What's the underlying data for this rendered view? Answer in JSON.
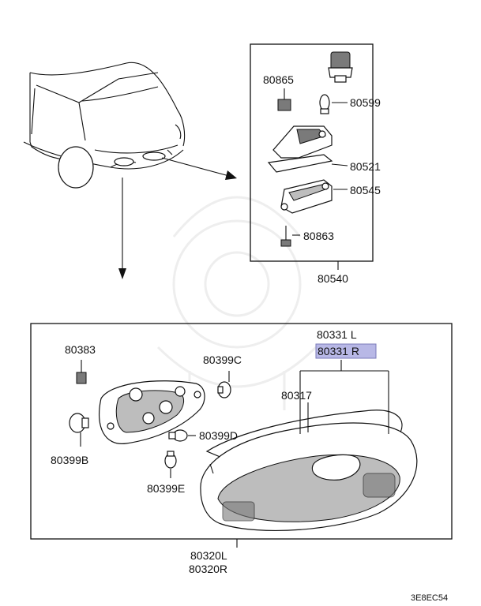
{
  "parts": {
    "p80865": "80865",
    "p80599": "80599",
    "p80521": "80521",
    "p80545": "80545",
    "p80863": "80863",
    "p80540": "80540",
    "p80383": "80383",
    "p80399C": "80399C",
    "p80399B": "80399B",
    "p80399D": "80399D",
    "p80399E": "80399E",
    "p80331L": "80331 L",
    "p80331R": "80331 R",
    "p80317": "80317",
    "p80320L": "80320L",
    "p80320R": "80320R"
  },
  "diagram_code": "3E8EC54",
  "colors": {
    "highlight": "#b8b8e6",
    "line": "#111111"
  }
}
